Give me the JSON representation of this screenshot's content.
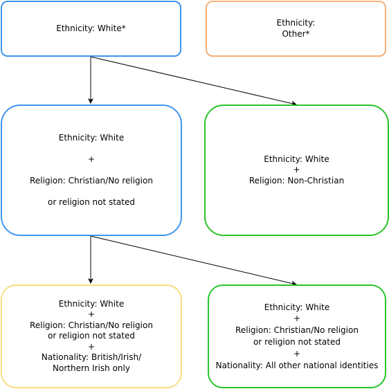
{
  "boxes": {
    "white_star": {
      "lines": [
        "Ethnicity: White*"
      ]
    },
    "other_star": {
      "lines": [
        "Ethnicity:",
        "Other*"
      ]
    },
    "white_christian": {
      "lines": [
        "Ethnicity: White",
        "+",
        "Religion: Christian/No religion",
        "or religion not stated"
      ]
    },
    "white_nonchristian": {
      "lines": [
        "Ethnicity: White",
        "+",
        "Religion: Non-Christian"
      ]
    },
    "white_christian_british": {
      "lines": [
        "Ethnicity: White",
        "+",
        "Religion: Christian/No religion",
        "or religion not stated",
        "+",
        "Nationality: British/Irish/",
        "Northern Irish only"
      ]
    },
    "white_christian_other_nat": {
      "lines": [
        "Ethnicity: White",
        "+",
        "Religion: Christian/No religion",
        "or religion not stated",
        "+",
        "Nationality: All other national identities"
      ]
    }
  },
  "colors": {
    "blue": "#3f95f0",
    "orange": "#f5b07a",
    "green": "#2bc32b",
    "yellow": "#f8dd82"
  }
}
